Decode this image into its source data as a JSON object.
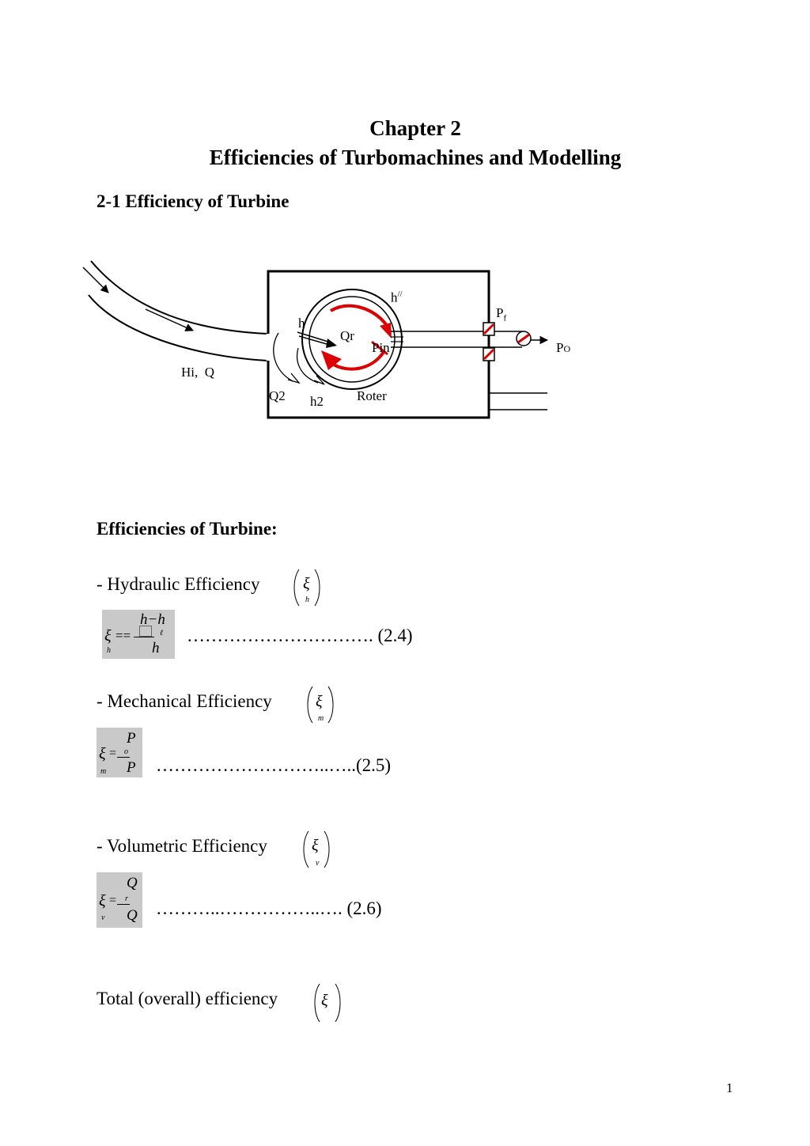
{
  "chapter": {
    "line1": "Chapter 2",
    "line2": "Efficiencies of Turbomachines and Modelling"
  },
  "section": {
    "heading": "2-1 Efficiency of Turbine"
  },
  "diagram": {
    "labels": {
      "h_double_prime": "h",
      "h_double_prime_sup": "//",
      "pf": "P",
      "pf_sub": "f",
      "h": "h",
      "qr": "Qr",
      "pin": "Pin",
      "po": "P",
      "po_sub": "O",
      "hi_q": "Hi,  Q",
      "q2": "Q2",
      "h2": "h2",
      "roter": "Roter"
    }
  },
  "efficiencies_heading": "Efficiencies of Turbine:",
  "items": [
    {
      "label": "- Hydraulic Efficiency",
      "symbol": "ξ",
      "subscript": "h",
      "formula": {
        "lhs": "ξ",
        "lhs_sub": "h",
        "eq": "==",
        "num": "h−h",
        "num_sub": "ℓ",
        "den": "h"
      },
      "dots": "…………………………. (2.4)"
    },
    {
      "label": "- Mechanical Efficiency",
      "symbol": "ξ",
      "subscript": "m",
      "formula": {
        "lhs": "ξ",
        "lhs_sub": "m",
        "eq": "=",
        "num": "P",
        "num_sub": "o",
        "den": "P"
      },
      "dots": "………………………..…..(2.5)"
    },
    {
      "label": "- Volumetric Efficiency",
      "symbol": "ξ",
      "subscript": "v",
      "formula": {
        "lhs": "ξ",
        "lhs_sub": "v",
        "eq": "=",
        "num": "Q",
        "num_sub": "r",
        "den": "Q"
      },
      "dots": "………..……………..…. (2.6)"
    }
  ],
  "total": {
    "label": "Total (overall) efficiency",
    "symbol": "ξ"
  },
  "page_number": "1"
}
